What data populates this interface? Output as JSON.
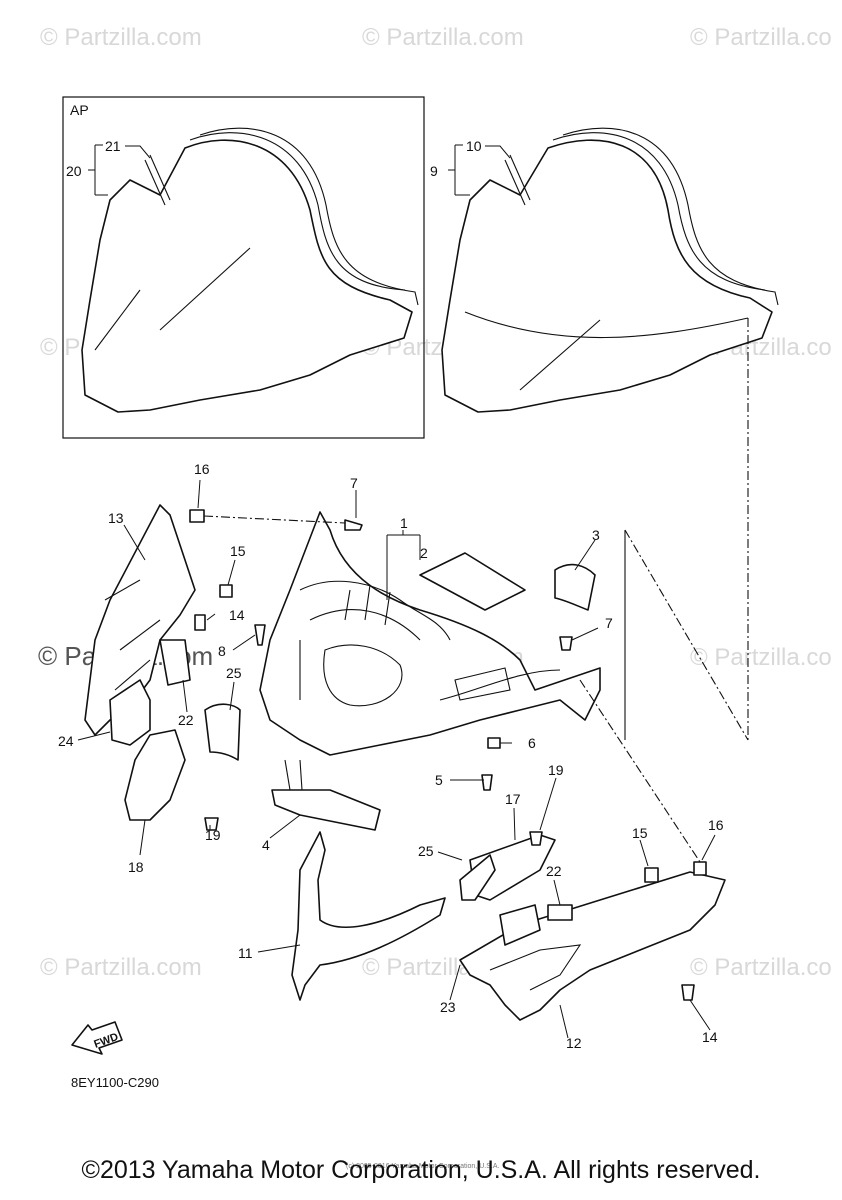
{
  "watermark": {
    "text": "© Partzilla.com",
    "text_alt": "© Partzilla.co"
  },
  "inset_box_label": "AP",
  "callouts": {
    "n1": "1",
    "n2": "2",
    "n3": "3",
    "n4": "4",
    "n5": "5",
    "n6": "6",
    "n7a": "7",
    "n7b": "7",
    "n8": "8",
    "n9": "9",
    "n10": "10",
    "n11": "11",
    "n12": "12",
    "n13": "13",
    "n14a": "14",
    "n14b": "14",
    "n15a": "15",
    "n15b": "15",
    "n16a": "16",
    "n16b": "16",
    "n17": "17",
    "n18": "18",
    "n19a": "19",
    "n19b": "19",
    "n20": "20",
    "n21": "21",
    "n22a": "22",
    "n22b": "22",
    "n23": "23",
    "n24": "24",
    "n25a": "25",
    "n25b": "25"
  },
  "fwd_label": "FWD",
  "diagram_code": "8EY1100-C290",
  "tiny_notice": "(c) 2005-2016 Yamaha Motor Corporation, U.S.A.",
  "copyright": "©2013 Yamaha Motor Corporation, U.S.A. All rights reserved."
}
